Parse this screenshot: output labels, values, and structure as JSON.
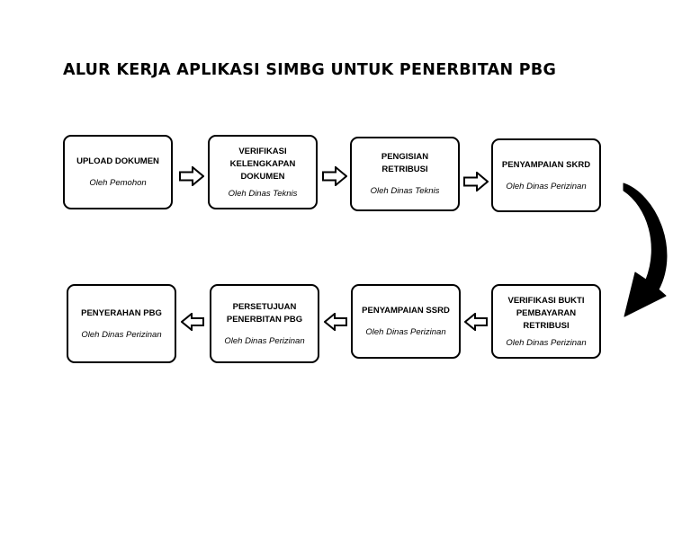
{
  "title": "ALUR KERJA APLIKASI SIMBG UNTUK PENERBITAN PBG",
  "steps": [
    {
      "title": "UPLOAD DOKUMEN",
      "actor": "Oleh Pemohon"
    },
    {
      "title": "VERIFIKASI\nKELENGKAPAN\nDOKUMEN",
      "actor": "Oleh Dinas Teknis"
    },
    {
      "title": "PENGISIAN RETRIBUSI",
      "actor": "Oleh Dinas Teknis"
    },
    {
      "title": "PENYAMPAIAN SKRD",
      "actor": "Oleh Dinas Perizinan"
    },
    {
      "title": "VERIFIKASI BUKTI\nPEMBAYARAN\nRETRIBUSI",
      "actor": "Oleh Dinas Perizinan"
    },
    {
      "title": "PENYAMPAIAN SSRD",
      "actor": "Oleh Dinas Perizinan"
    },
    {
      "title": "PERSETUJUAN\nPENERBITAN PBG",
      "actor": "Oleh Dinas Perizinan"
    },
    {
      "title": "PENYERAHAN PBG",
      "actor": "Oleh Dinas Perizinan"
    }
  ],
  "colors": {
    "stroke": "#000000",
    "fill": "#ffffff"
  }
}
